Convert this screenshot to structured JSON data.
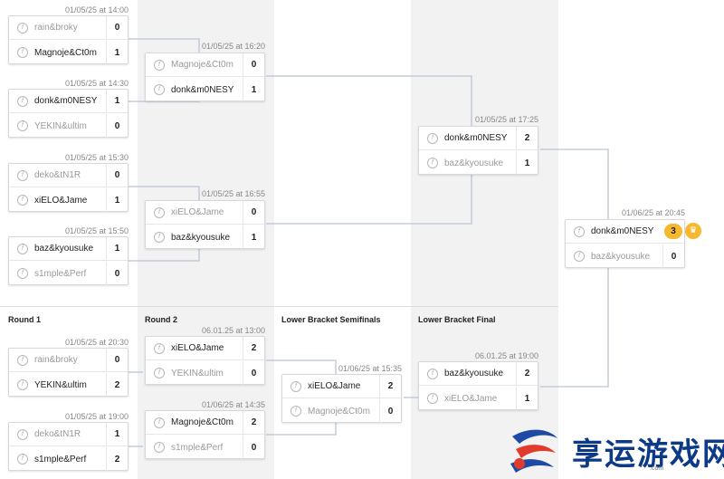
{
  "rounds": {
    "round1": "Round 1",
    "round2": "Round 2",
    "lower_semis": "Lower Bracket Semifinals",
    "lower_final": "Lower Bracket Final"
  },
  "matches": [
    {
      "time": "01/05/25 at 14:00",
      "t1": "rain&broky",
      "s1": "0",
      "t2": "Magnoje&Ct0m",
      "s2": "1",
      "w": 2
    },
    {
      "time": "01/05/25 at 14:30",
      "t1": "donk&m0NESY",
      "s1": "1",
      "t2": "YEKIN&ultim",
      "s2": "0",
      "w": 1
    },
    {
      "time": "01/05/25 at 15:30",
      "t1": "deko&tN1R",
      "s1": "0",
      "t2": "xiELO&Jame",
      "s2": "1",
      "w": 2
    },
    {
      "time": "01/05/25 at 15:50",
      "t1": "baz&kyousuke",
      "s1": "1",
      "t2": "s1mple&Perf",
      "s2": "0",
      "w": 1
    },
    {
      "time": "01/05/25 at 16:20",
      "t1": "Magnoje&Ct0m",
      "s1": "0",
      "t2": "donk&m0NESY",
      "s2": "1",
      "w": 2
    },
    {
      "time": "01/05/25 at 16:55",
      "t1": "xiELO&Jame",
      "s1": "0",
      "t2": "baz&kyousuke",
      "s2": "1",
      "w": 2
    },
    {
      "time": "01/05/25 at 17:25",
      "t1": "donk&m0NESY",
      "s1": "2",
      "t2": "baz&kyousuke",
      "s2": "1",
      "w": 1
    },
    {
      "time": "01/06/25 at 20:45",
      "t1": "donk&m0NESY",
      "s1": "3",
      "t2": "baz&kyousuke",
      "s2": "0",
      "w": 1
    },
    {
      "time": "01/05/25 at 20:30",
      "t1": "rain&broky",
      "s1": "0",
      "t2": "YEKIN&ultim",
      "s2": "2",
      "w": 2
    },
    {
      "time": "01/05/25 at 19:00",
      "t1": "deko&tN1R",
      "s1": "1",
      "t2": "s1mple&Perf",
      "s2": "2",
      "w": 2
    },
    {
      "time": "06.01.25 at 13:00",
      "t1": "xiELO&Jame",
      "s1": "2",
      "t2": "YEKIN&ultim",
      "s2": "0",
      "w": 1
    },
    {
      "time": "01/06/25 at 14:35",
      "t1": "Magnoje&Ct0m",
      "s1": "2",
      "t2": "s1mple&Perf",
      "s2": "0",
      "w": 1
    },
    {
      "time": "01/06/25 at 15:35",
      "t1": "xiELO&Jame",
      "s1": "2",
      "t2": "Magnoje&Ct0m",
      "s2": "0",
      "w": 1
    },
    {
      "time": "06.01.25 at 19:00",
      "t1": "baz&kyousuke",
      "s1": "2",
      "t2": "xiELO&Jame",
      "s2": "1",
      "w": 1
    }
  ],
  "logo": {
    "text": "享运游戏网",
    "sub": ".com"
  },
  "colors": {
    "accent": "#f5b82e",
    "line": "#b9c4d6",
    "column_bg": "#f2f2f2"
  }
}
